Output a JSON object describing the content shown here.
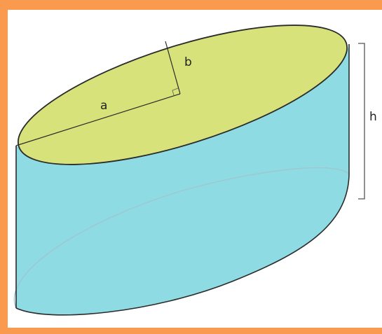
{
  "figure": {
    "labels": {
      "a": "a",
      "b": "b",
      "h": "h"
    },
    "colors": {
      "top_face": "#d8e27a",
      "side_face": "#8edbe4",
      "outline": "#2b2b2b",
      "hidden_edge": "#9ec7cf",
      "frame": "#f99a4f",
      "background": "#ffffff"
    }
  }
}
